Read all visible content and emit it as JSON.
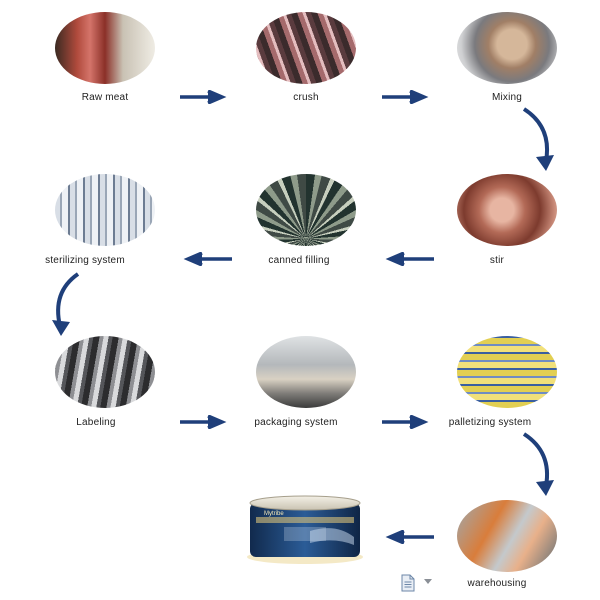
{
  "steps": [
    {
      "label": "Raw  meat"
    },
    {
      "label": "crush"
    },
    {
      "label": "Mixing"
    },
    {
      "label": "stir"
    },
    {
      "label": "canned filling"
    },
    {
      "label": "sterilizing system"
    },
    {
      "label": "Labeling"
    },
    {
      "label": "packaging system"
    },
    {
      "label": "palletizing system"
    },
    {
      "label": "warehousing"
    }
  ],
  "product": {
    "brand": "Mytribe",
    "can_color": "#1f3f6e"
  },
  "colors": {
    "arrow": "#1f3f7a"
  },
  "icons": [
    "file-icon",
    "chevron-down-icon"
  ]
}
